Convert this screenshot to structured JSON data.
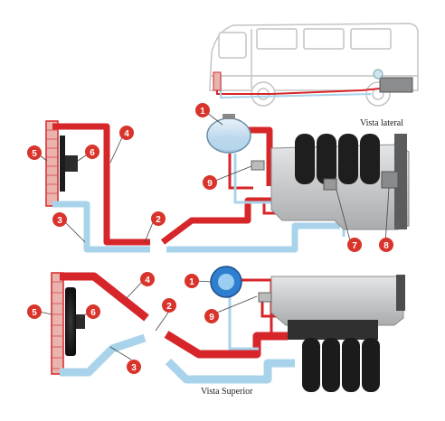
{
  "view_labels": {
    "side": "Vista lateral",
    "top": "Vista Superior"
  },
  "callouts": {
    "one_a": "1",
    "two_a": "2",
    "three_a": "3",
    "four_a": "4",
    "five_a": "5",
    "six_a": "6",
    "seven": "7",
    "eight": "8",
    "nine_a": "9",
    "one_b": "1",
    "two_b": "2",
    "three_b": "3",
    "four_b": "4",
    "five_b": "5",
    "six_b": "6",
    "nine_b": "9"
  },
  "colors": {
    "hot_pipe": "#d6262a",
    "cold_pipe": "#a8d3ea",
    "badge": "#d8342c",
    "engine": "#c9cbcd",
    "radiator": "#e9b3ae"
  }
}
